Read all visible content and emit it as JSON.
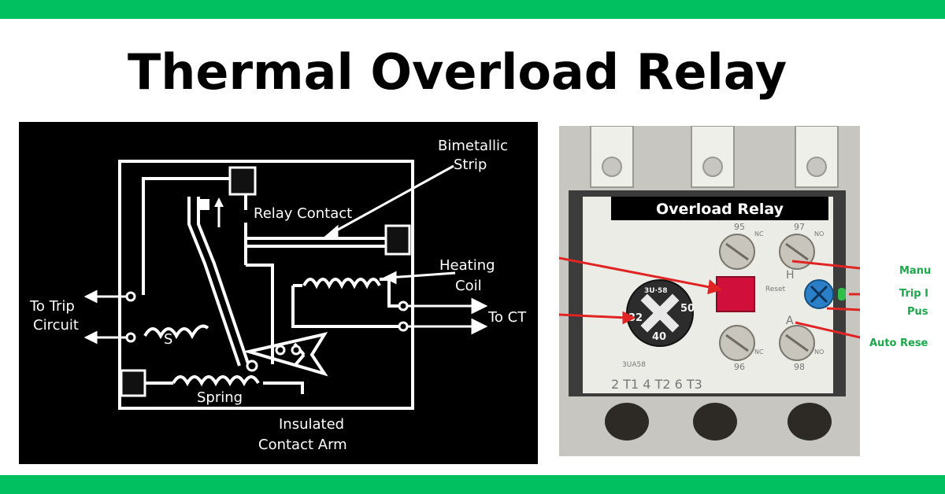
{
  "page": {
    "title": "Thermal Overload Relay",
    "accent_color": "#00c060"
  },
  "schematic": {
    "labels": {
      "bimetallic_line1": "Bimetallic",
      "bimetallic_line2": "Strip",
      "relay_contact": "Relay Contact",
      "heating_line1": "Heating",
      "heating_line2": "Coil",
      "to_trip_line1": "To Trip",
      "to_trip_line2": "Circuit",
      "to_ct": "To CT",
      "s": "S",
      "spring": "Spring",
      "insulated_line1": "Insulated",
      "insulated_line2": "Contact Arm"
    }
  },
  "photo": {
    "banner": "Overload Relay",
    "dial_numbers": [
      "32",
      "50",
      "40",
      "3U∙58"
    ],
    "terminal_labels": {
      "t95": "95",
      "t97": "97",
      "nc": "NC",
      "no": "NO",
      "t96": "96",
      "t98": "98",
      "h": "H",
      "a": "A",
      "reset": "Reset",
      "model": "3UA58",
      "bottom_terminals": "2 T1       4 T2        6 T3"
    },
    "callouts": [
      "Manu",
      "Trip I",
      "Pus",
      "Auto Rese"
    ],
    "callout_color": "#1aa84a",
    "arrow_color": "#e02424",
    "button_color": "#d0103a",
    "reset_knob_color": "#2a7fc8"
  }
}
